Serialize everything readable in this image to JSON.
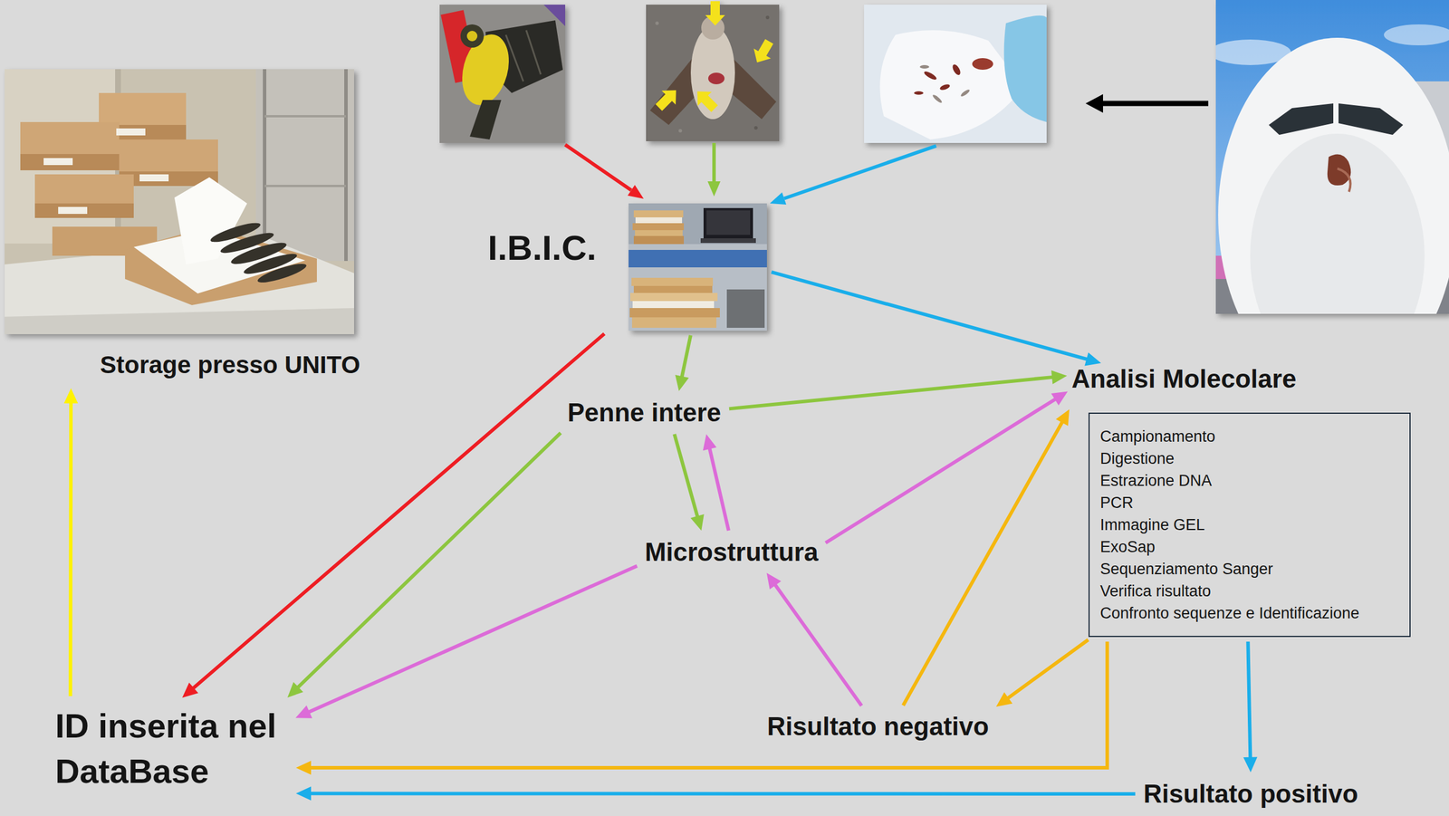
{
  "diagram": {
    "nodes": [
      {
        "text": [
          "Storage presso UNITO"
        ]
      },
      {
        "text": [
          "I.B.I.C."
        ]
      },
      {
        "text": [
          "Analisi Molecolare",
          "Campionamento",
          "Digestione",
          "Estrazione DNA",
          "PCR",
          "Immagine GEL",
          "ExoSap",
          "Sequenziamento Sanger",
          "Verifica risultato",
          "Confronto sequenze e Identificazione"
        ]
      },
      {
        "text": [
          "Penne intere"
        ]
      },
      {
        "text": [
          "Microstruttura"
        ]
      },
      {
        "text": [
          "ID inserita nel DataBase"
        ]
      },
      {
        "text": [
          "Risultato negativo"
        ]
      },
      {
        "text": [
          "Risultato positivo"
        ]
      }
    ],
    "edges": [
      {
        "from": 1,
        "to": 5,
        "arrow": "to"
      },
      {
        "from": 1,
        "to": 3,
        "arrow": "to"
      },
      {
        "from": 1,
        "to": 2,
        "arrow": "to"
      },
      {
        "from": 3,
        "to": 2,
        "arrow": "to"
      },
      {
        "from": 3,
        "to": 5,
        "arrow": "to"
      },
      {
        "from": 3,
        "to": 4,
        "arrow": "to"
      },
      {
        "from": 4,
        "to": 3,
        "arrow": "to"
      },
      {
        "from": 4,
        "to": 2,
        "arrow": "to"
      },
      {
        "from": 4,
        "to": 5,
        "arrow": "to"
      },
      {
        "from": 6,
        "to": 4,
        "arrow": "to"
      },
      {
        "from": 6,
        "to": 2,
        "arrow": "to"
      },
      {
        "from": 2,
        "to": 6,
        "arrow": "to"
      },
      {
        "from": 2,
        "to": 5,
        "arrow": "to"
      },
      {
        "from": 2,
        "to": 7,
        "arrow": "to"
      },
      {
        "from": 7,
        "to": 5,
        "arrow": "to"
      },
      {
        "from": 5,
        "to": 0,
        "arrow": "to"
      }
    ]
  }
}
